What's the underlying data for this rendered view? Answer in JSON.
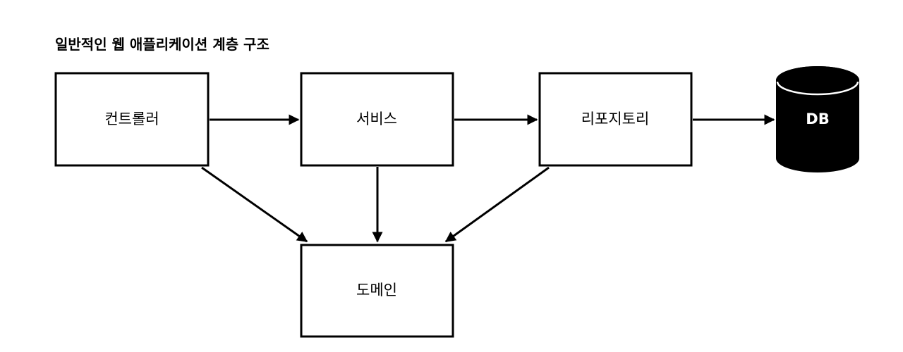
{
  "title": "일반적인 웹 애플리케이션 계층 구조",
  "nodes": {
    "controller": "컨트롤러",
    "service": "서비스",
    "repository": "리포지토리",
    "domain": "도메인",
    "db": "DB"
  }
}
